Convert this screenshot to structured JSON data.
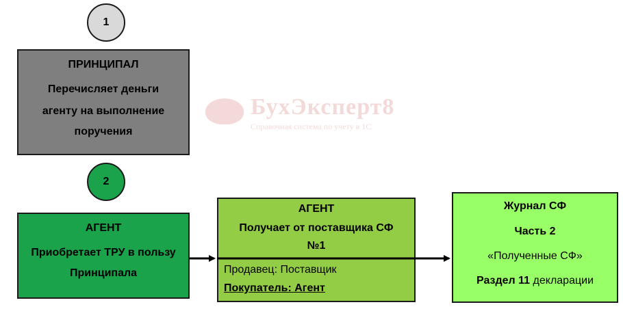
{
  "steps": {
    "step1": "1",
    "step2": "2"
  },
  "principal": {
    "title": "ПРИНЦИПАЛ",
    "line1": "Перечисляет деньги",
    "line2": "агенту на выполнение",
    "line3": "поручения"
  },
  "agent_buy": {
    "title": "АГЕНТ",
    "line1": "Приобретает ТРУ  в пользу",
    "line2": "Принципала"
  },
  "agent_receive": {
    "title": "АГЕНТ",
    "line1": "Получает от поставщика СФ",
    "line2": "№1",
    "seller": "Продавец: Поставщик",
    "buyer": "Покупатель: Агент"
  },
  "journal": {
    "title": "Журнал СФ",
    "part": "Часть 2",
    "received": "«Полученные СФ»",
    "section_bold": "Раздел 11",
    "section_rest": " декларации"
  },
  "watermark": {
    "name": "БухЭксперт8",
    "subtitle": "Справочная система по учету в 1С"
  },
  "colors": {
    "circle1": "#d9d9d9",
    "circle2": "#1aa34a",
    "principal": "#7f7f7f",
    "agent_buy": "#1aa34a",
    "agent_receive": "#92cd45",
    "journal": "#99ff66"
  }
}
